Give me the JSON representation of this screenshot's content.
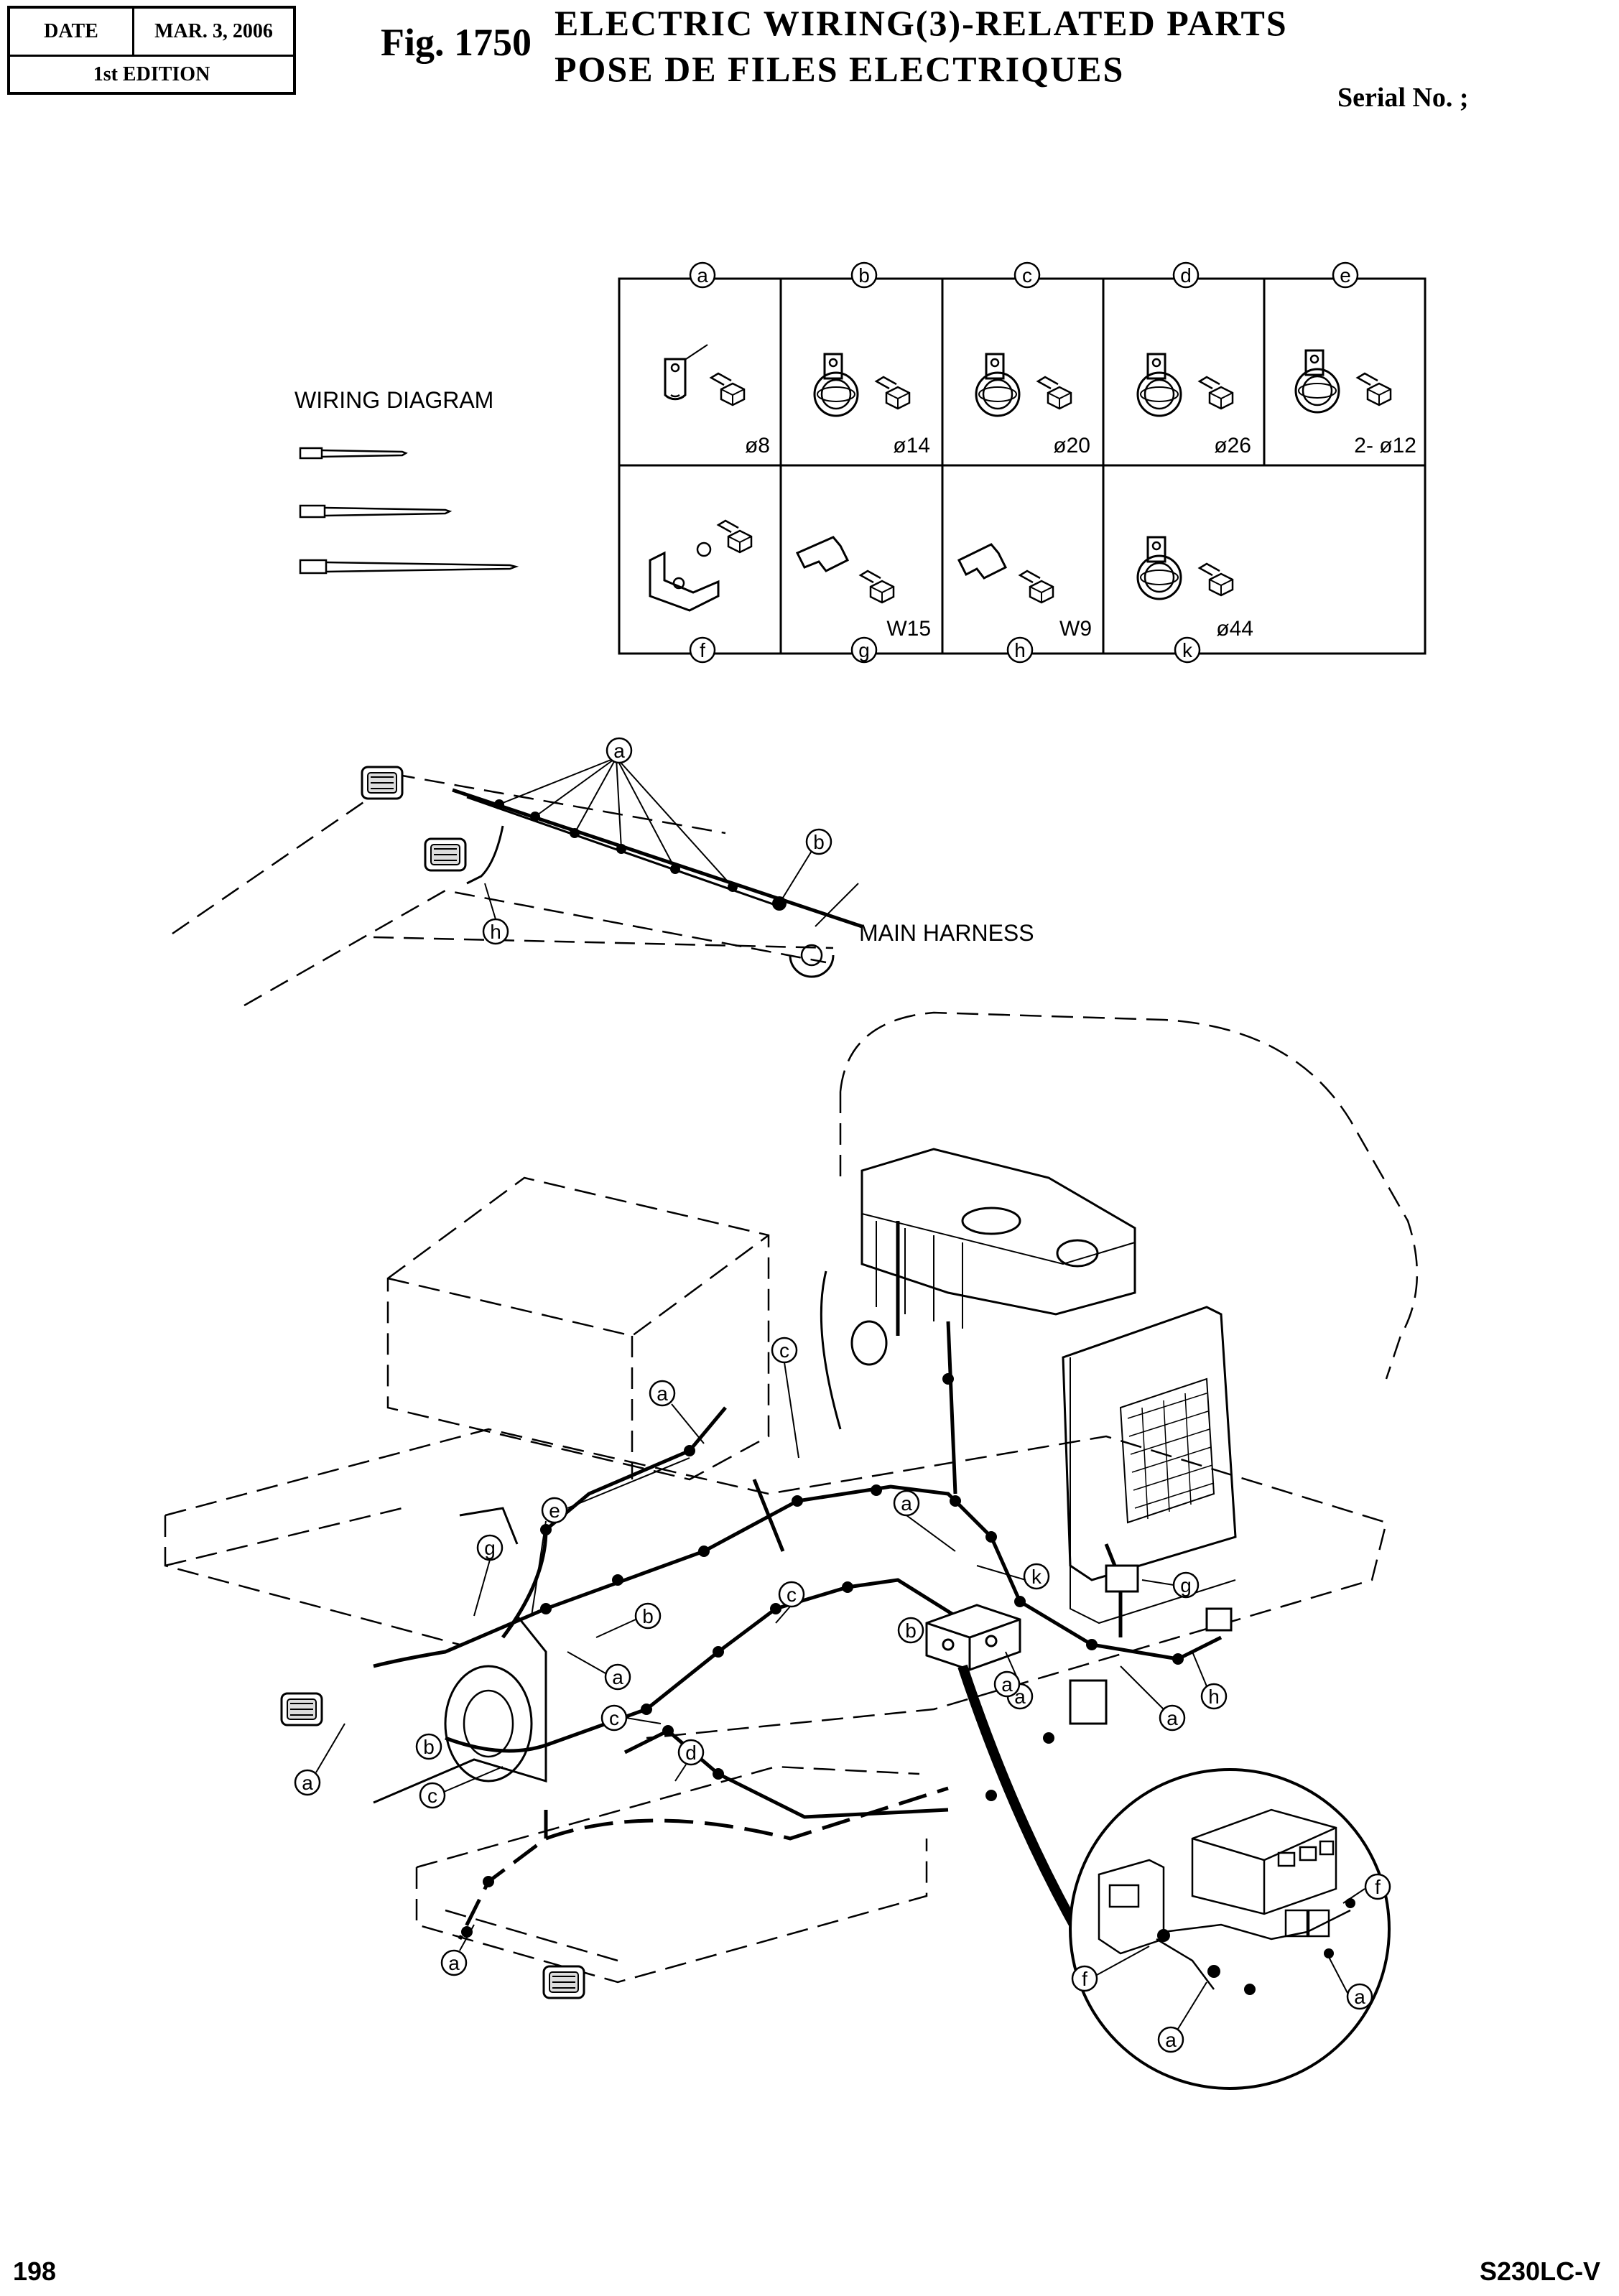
{
  "header": {
    "date_label": "DATE",
    "date_value": "MAR. 3, 2006",
    "edition": "1st EDITION",
    "fig_number": "Fig. 1750",
    "title_en": "ELECTRIC WIRING(3)-RELATED PARTS",
    "title_fr": "POSE DE FILES ELECTRIQUES",
    "serial": "Serial No. ;"
  },
  "legend": {
    "wiring_label": "WIRING DIAGRAM",
    "cells": [
      {
        "letter": "a",
        "size": "ø8"
      },
      {
        "letter": "b",
        "size": "ø14"
      },
      {
        "letter": "c",
        "size": "ø20"
      },
      {
        "letter": "d",
        "size": "ø26"
      },
      {
        "letter": "e",
        "size": "2- ø12"
      },
      {
        "letter": "f",
        "size": ""
      },
      {
        "letter": "g",
        "size": "W15"
      },
      {
        "letter": "h",
        "size": "W9"
      },
      {
        "letter": "k",
        "size": "ø44"
      }
    ]
  },
  "boom": {
    "harness_label": "MAIN HARNESS",
    "callouts": [
      "a",
      "b",
      "h"
    ]
  },
  "main": {
    "callouts": [
      "c",
      "a",
      "e",
      "a",
      "g",
      "k",
      "g",
      "b",
      "c",
      "b",
      "a",
      "a",
      "c",
      "b",
      "a",
      "d",
      "a",
      "c",
      "h",
      "a",
      "a"
    ]
  },
  "detail": {
    "callouts": [
      "f",
      "f",
      "a",
      "a"
    ]
  },
  "footer": {
    "page": "198",
    "model": "S230LC-V"
  }
}
